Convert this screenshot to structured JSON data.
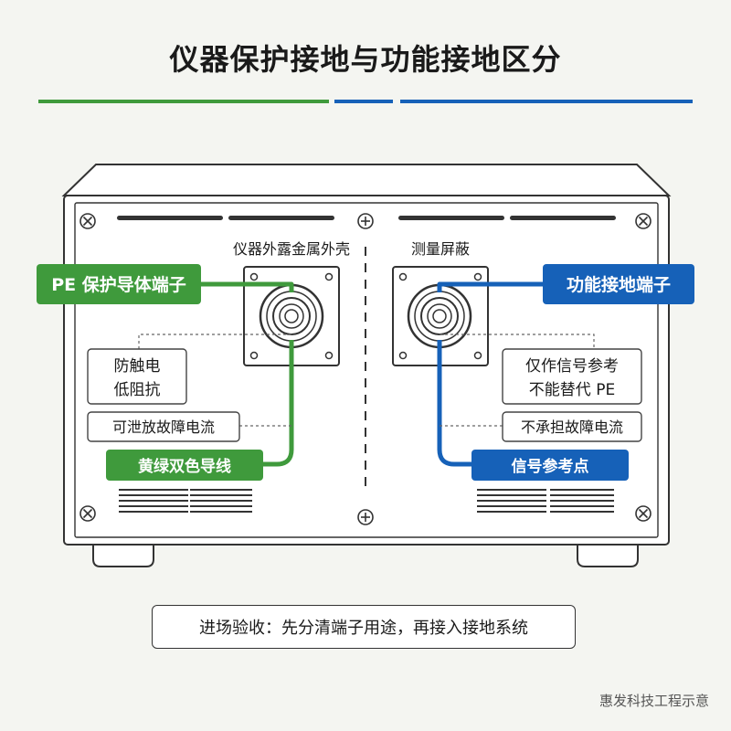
{
  "title": "仪器保护接地与功能接地区分",
  "colors": {
    "green": "#3f9a3c",
    "green_dark": "#2f7f2d",
    "blue": "#1661b8",
    "blue_dark": "#0f4f9c",
    "outline": "#333333"
  },
  "left": {
    "panel_label": "仪器外露金属外壳",
    "terminal_label": "PE 保护导体端子",
    "note1_line1": "防触电",
    "note1_line2": "低阻抗",
    "note2": "可泄放故障电流",
    "wire_label": "黄绿双色导线"
  },
  "right": {
    "panel_label": "测量屏蔽",
    "terminal_label": "功能接地端子",
    "note1_line1": "仅作信号参考",
    "note1_line2": "不能替代 PE",
    "note2": "不承担故障电流",
    "wire_label": "信号参考点"
  },
  "footer_note": "进场验收：先分清端子用途，再接入接地系统",
  "watermark": "惠发科技工程示意",
  "icons": [
    "screw-icon",
    "binding-post-icon",
    "vent-grille-icon"
  ]
}
